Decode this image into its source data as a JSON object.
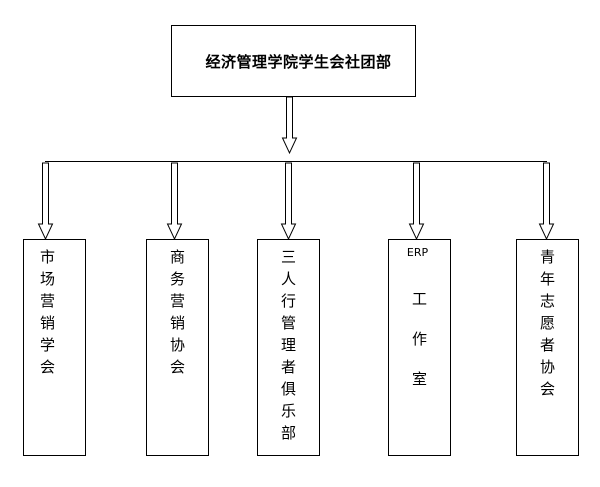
{
  "diagram": {
    "root": {
      "label": "经济管理学院学生会社团部"
    },
    "children": [
      {
        "label": "市场营销学会"
      },
      {
        "label": "商务营销协会"
      },
      {
        "label": "三人行管理者俱乐部"
      },
      {
        "label_top": "ERP",
        "label_rest": "工作室"
      },
      {
        "label": "青年志愿者协会"
      }
    ]
  }
}
